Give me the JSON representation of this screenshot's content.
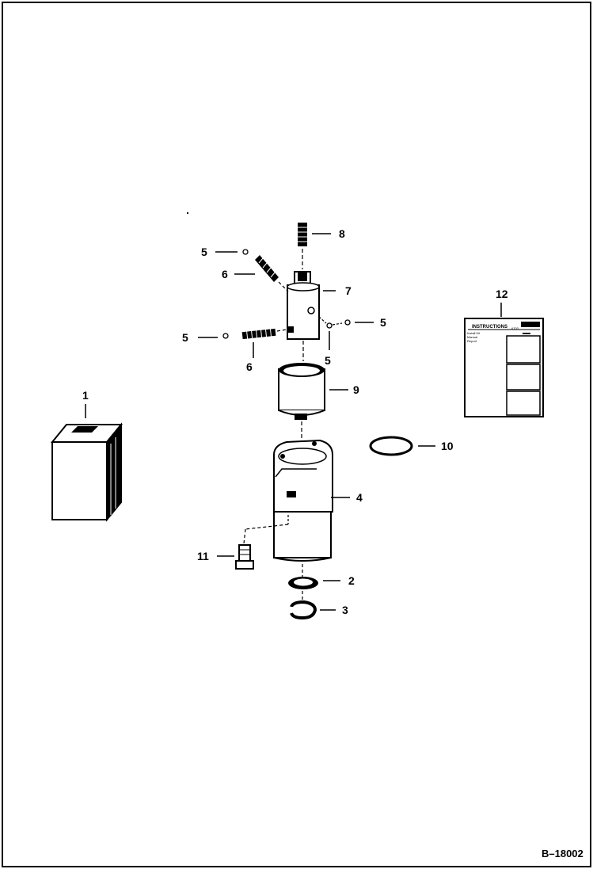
{
  "figure_ref": "B–18002",
  "callouts": {
    "c1": "1",
    "c2": "2",
    "c3": "3",
    "c4": "4",
    "c5a": "5",
    "c5b": "5",
    "c5c": "5",
    "c5d": "5",
    "c6a": "6",
    "c6b": "6",
    "c7": "7",
    "c8": "8",
    "c9": "9",
    "c10": "10",
    "c11": "11",
    "c12": "12"
  },
  "instruction_card": {
    "heading": "INSTRUCTIONS",
    "line1": "Install Kit",
    "line2": "Manual",
    "line3": "Report",
    "ref": "6703"
  }
}
